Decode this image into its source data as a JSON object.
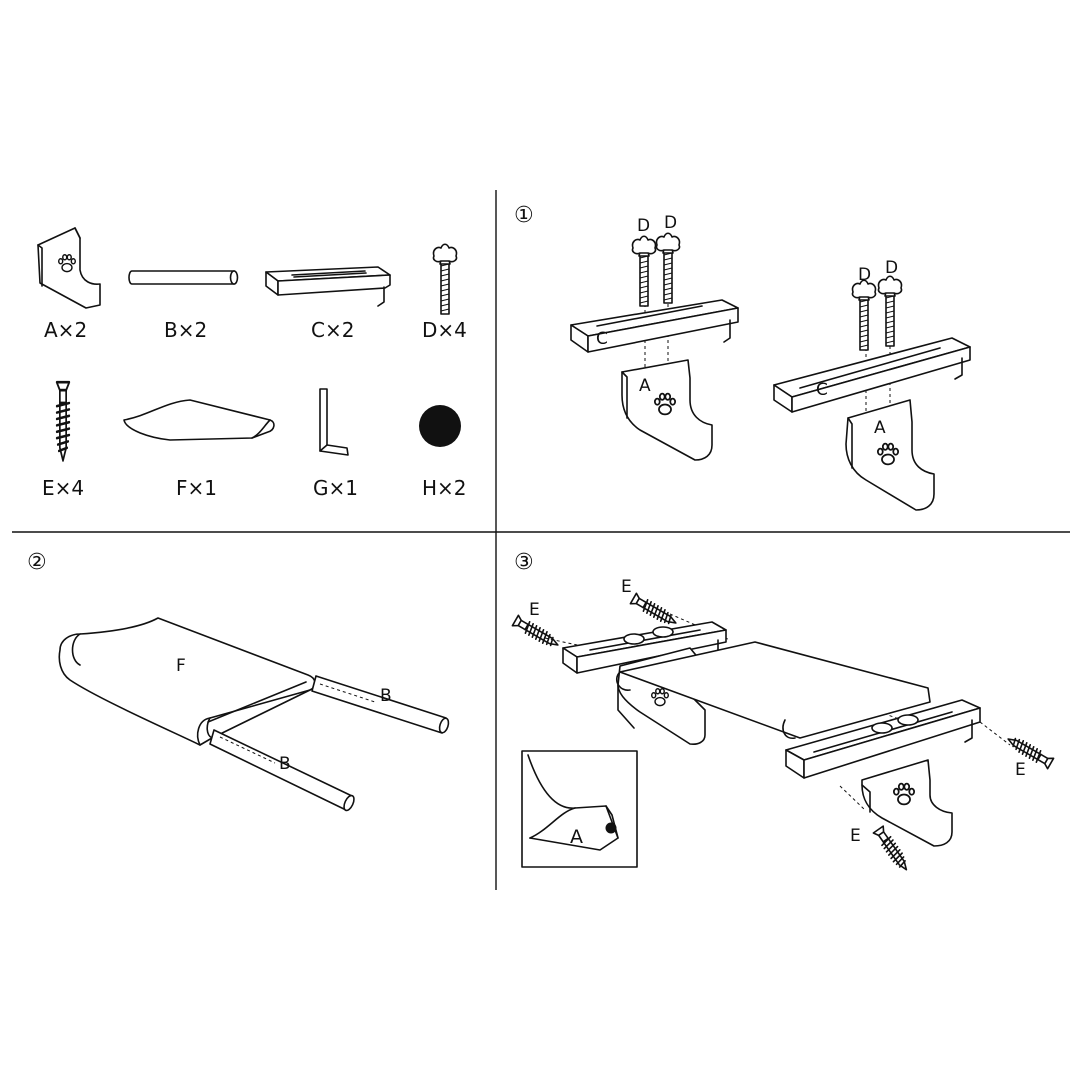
{
  "parts": [
    {
      "label": "A×2",
      "icon": "leg-bracket-icon"
    },
    {
      "label": "B×2",
      "icon": "rod-icon"
    },
    {
      "label": "C×2",
      "icon": "slotted-bar-icon"
    },
    {
      "label": "D×4",
      "icon": "knob-bolt-icon"
    },
    {
      "label": "E×4",
      "icon": "wood-screw-icon"
    },
    {
      "label": "F×1",
      "icon": "fabric-bed-icon"
    },
    {
      "label": "G×1",
      "icon": "hex-key-icon"
    },
    {
      "label": "H×2",
      "icon": "cap-dot-icon"
    }
  ],
  "steps": [
    {
      "number": "①",
      "labels": {
        "bolt": "D",
        "bar": "C",
        "leg": "A"
      }
    },
    {
      "number": "②",
      "labels": {
        "fabric": "F",
        "rod": "B"
      }
    },
    {
      "number": "③",
      "labels": {
        "screw": "E",
        "detail": "A"
      }
    }
  ]
}
